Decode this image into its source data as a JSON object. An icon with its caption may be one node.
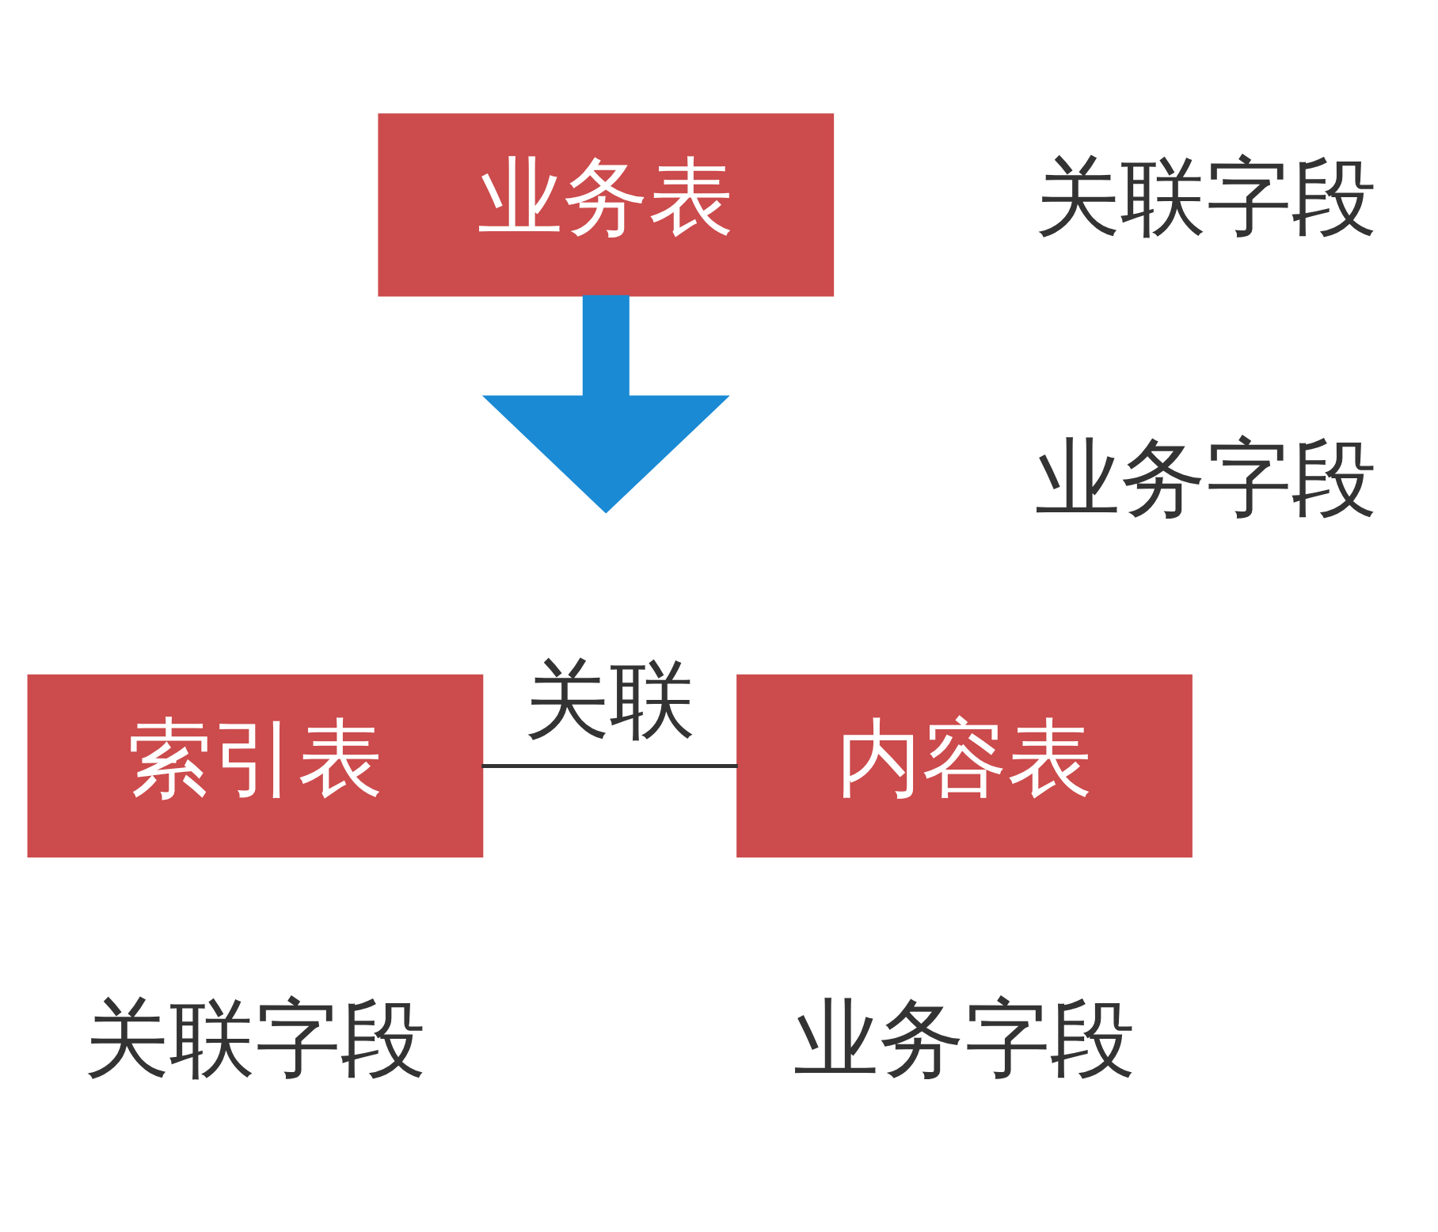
{
  "diagram": {
    "nodes": [
      {
        "text": [
          "业务表"
        ],
        "beside": [
          "关联字段",
          "业务字段"
        ]
      },
      {
        "text": [
          "索引表"
        ],
        "beside": [
          "关联字段"
        ]
      },
      {
        "text": [
          "内容表"
        ],
        "beside": [
          "业务字段"
        ]
      }
    ],
    "edges": [
      {
        "from": 0,
        "to": null,
        "arrow": "to",
        "style": "thick",
        "color": "#1a8ad4"
      },
      {
        "from": 1,
        "to": 2,
        "arrow": "none",
        "label": "关联",
        "color": "#333333"
      }
    ]
  }
}
